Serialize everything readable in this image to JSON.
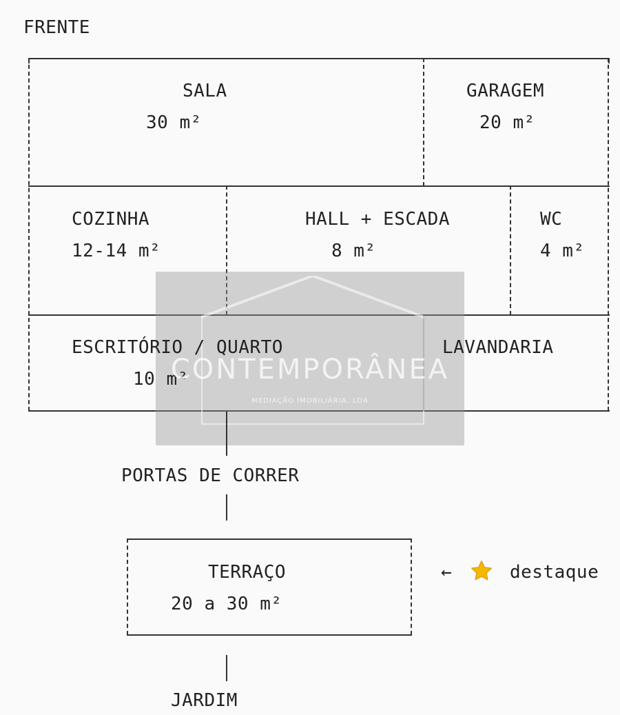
{
  "header": {
    "label": "FRENTE"
  },
  "rooms": {
    "sala": {
      "name": "SALA",
      "area": "30 m²"
    },
    "garagem": {
      "name": "GARAGEM",
      "area": "20 m²"
    },
    "cozinha": {
      "name": "COZINHA",
      "area": "12-14 m²"
    },
    "hall": {
      "name": "HALL + ESCADA",
      "area": "8 m²"
    },
    "wc": {
      "name": "WC",
      "area": "4 m²"
    },
    "escritorio": {
      "name": "ESCRITÓRIO / QUARTO",
      "area": "10 m²"
    },
    "lavandaria": {
      "name": "LAVANDARIA"
    },
    "terraco": {
      "name": "TERRAÇO",
      "area": "20 a 30 m²"
    }
  },
  "connector": {
    "label": "PORTAS DE CORRER"
  },
  "garden": {
    "label": "JARDIM"
  },
  "highlight": {
    "arrow": "←",
    "icon": "star-icon",
    "label": "destaque"
  },
  "watermark": {
    "brand": "CONTEMPORÂNEA",
    "subtitle": "MEDIAÇÃO IMOBILIÁRIA, LDA"
  },
  "colors": {
    "line": "#333333",
    "star": "#f5b800",
    "watermark_bg": "#9a9a9a"
  }
}
